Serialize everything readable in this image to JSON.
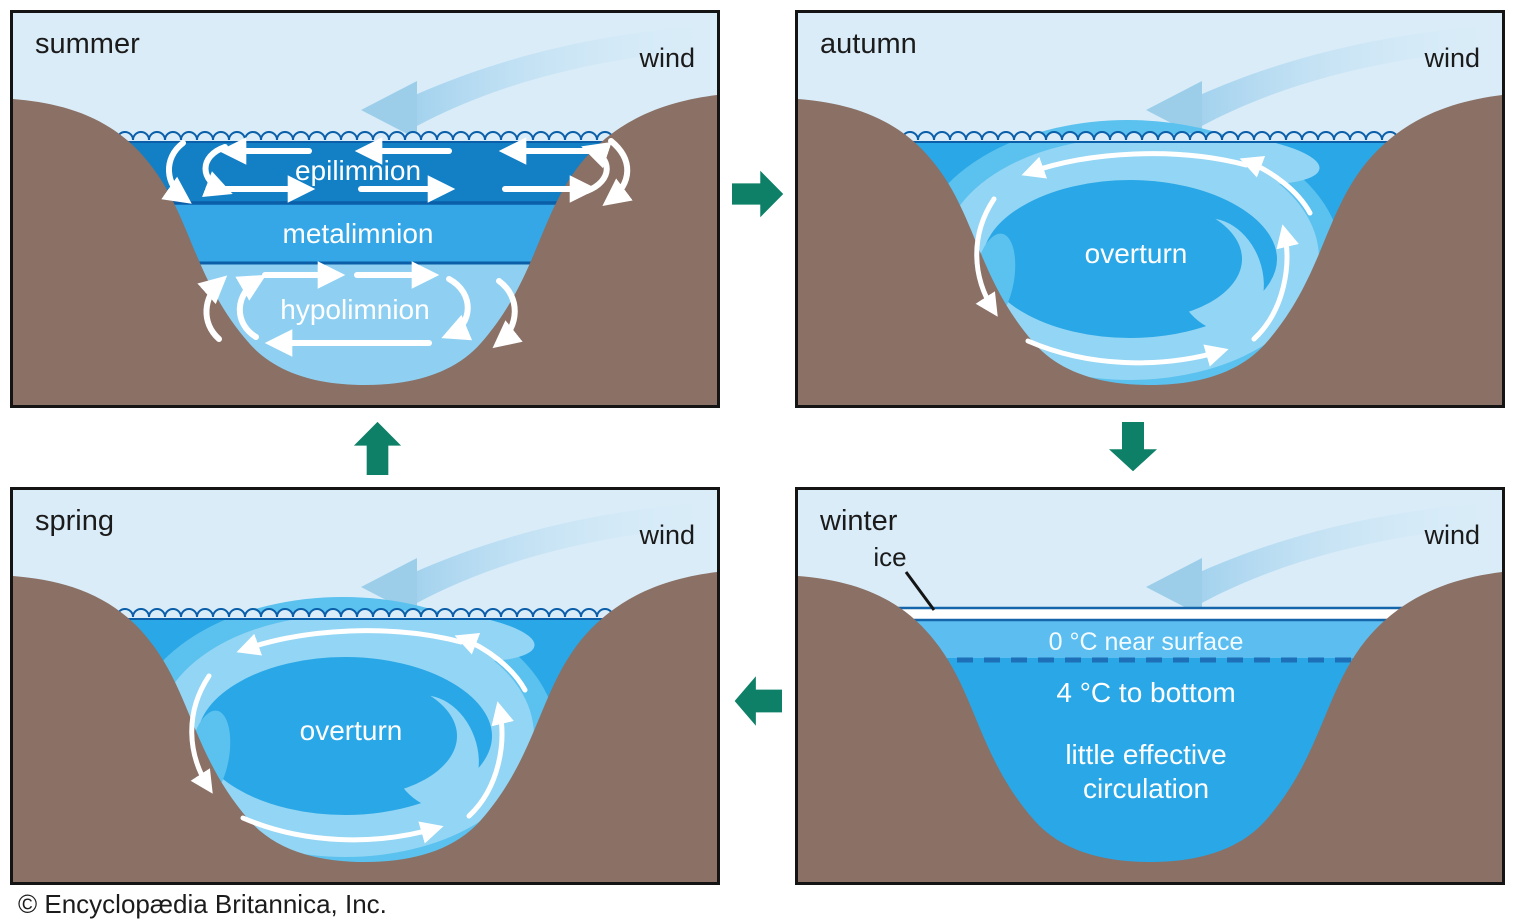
{
  "credit": "© Encyclopædia Britannica, Inc.",
  "colors": {
    "sky": "#d9ecf8",
    "land": "#8a7065",
    "epilimnion": "#137fc4",
    "metalimnion": "#35a7e6",
    "hypolimnion": "#8fd0f2",
    "open_water": "#2aa7e6",
    "swirl_light": "#92d5f4",
    "swirl_mid": "#5bc1ee",
    "near_surface_band": "#5cbef0",
    "ice_band": "#ffffff",
    "divider_line": "#0a5fa8",
    "cycle_arrow_green": "#0e8068",
    "wind_arrow_blue": "#a3d2ee",
    "circulation_arrow": "#ffffff"
  },
  "panels": {
    "summer": {
      "title": "summer",
      "wind": "wind",
      "epilimnion": "epilimnion",
      "metalimnion": "metalimnion",
      "hypolimnion": "hypolimnion"
    },
    "autumn": {
      "title": "autumn",
      "wind": "wind",
      "overturn": "overturn"
    },
    "winter": {
      "title": "winter",
      "wind": "wind",
      "ice": "ice",
      "near_surface": "0 °C near surface",
      "to_bottom": "4 °C to bottom",
      "circulation_line1": "little effective",
      "circulation_line2": "circulation"
    },
    "spring": {
      "title": "spring",
      "wind": "wind",
      "overturn": "overturn"
    }
  },
  "cycle": {
    "summer_to_autumn": "right",
    "autumn_to_winter": "down",
    "winter_to_spring": "left",
    "spring_to_summer": "up"
  }
}
